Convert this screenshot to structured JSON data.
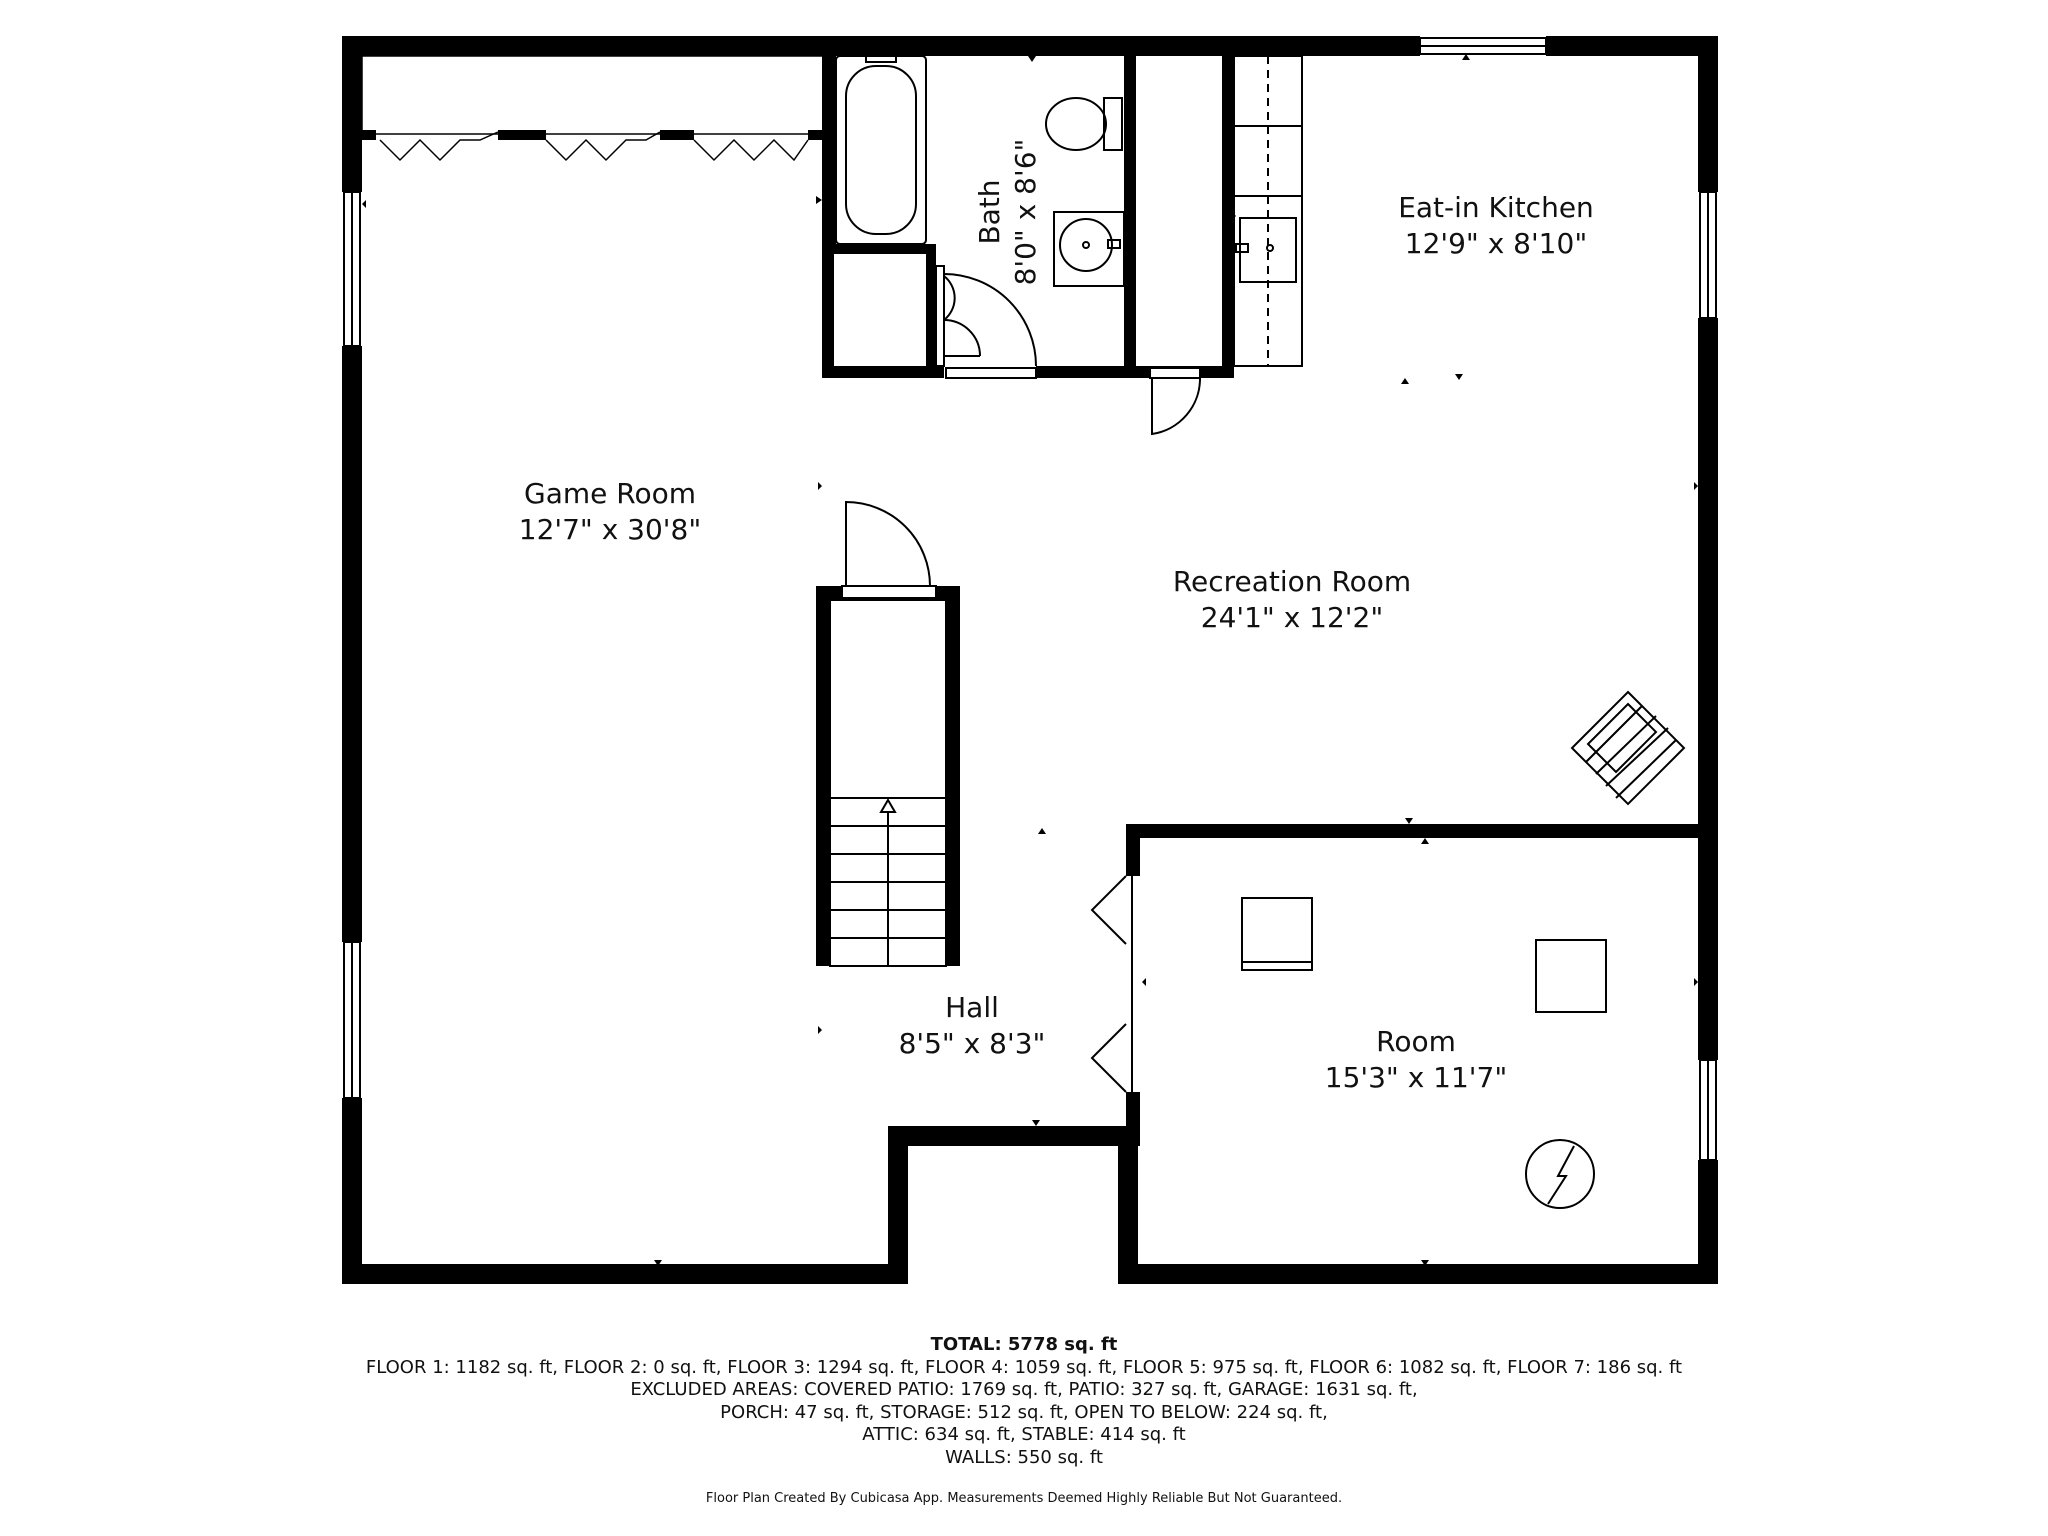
{
  "rooms": {
    "game_room": {
      "name": "Game Room",
      "size": "12'7\" x 30'8\""
    },
    "bath": {
      "name": "Bath",
      "size": "8'0\" x 8'6\""
    },
    "kitchen": {
      "name": "Eat-in Kitchen",
      "size": "12'9\" x 8'10\""
    },
    "recreation": {
      "name": "Recreation Room",
      "size": "24'1\" x 12'2\""
    },
    "hall": {
      "name": "Hall",
      "size": "8'5\" x 8'3\""
    },
    "room": {
      "name": "Room",
      "size": "15'3\" x 11'7\""
    }
  },
  "summary": {
    "total": "TOTAL: 5778 sq. ft",
    "floors": "FLOOR 1: 1182 sq. ft, FLOOR 2: 0 sq. ft, FLOOR 3: 1294 sq. ft, FLOOR 4: 1059 sq. ft, FLOOR 5: 975 sq. ft, FLOOR 6: 1082 sq. ft, FLOOR 7: 186 sq. ft",
    "excluded_1": "EXCLUDED AREAS: COVERED PATIO: 1769 sq. ft, PATIO: 327 sq. ft, GARAGE: 1631 sq. ft,",
    "excluded_2": "PORCH: 47 sq. ft, STORAGE: 512 sq. ft, OPEN TO BELOW: 224 sq. ft,",
    "excluded_3": "ATTIC: 634 sq. ft, STABLE: 414 sq. ft",
    "walls": "WALLS: 550 sq. ft"
  },
  "disclaimer": "Floor Plan Created By Cubicasa App. Measurements Deemed Highly Reliable But Not Guaranteed."
}
